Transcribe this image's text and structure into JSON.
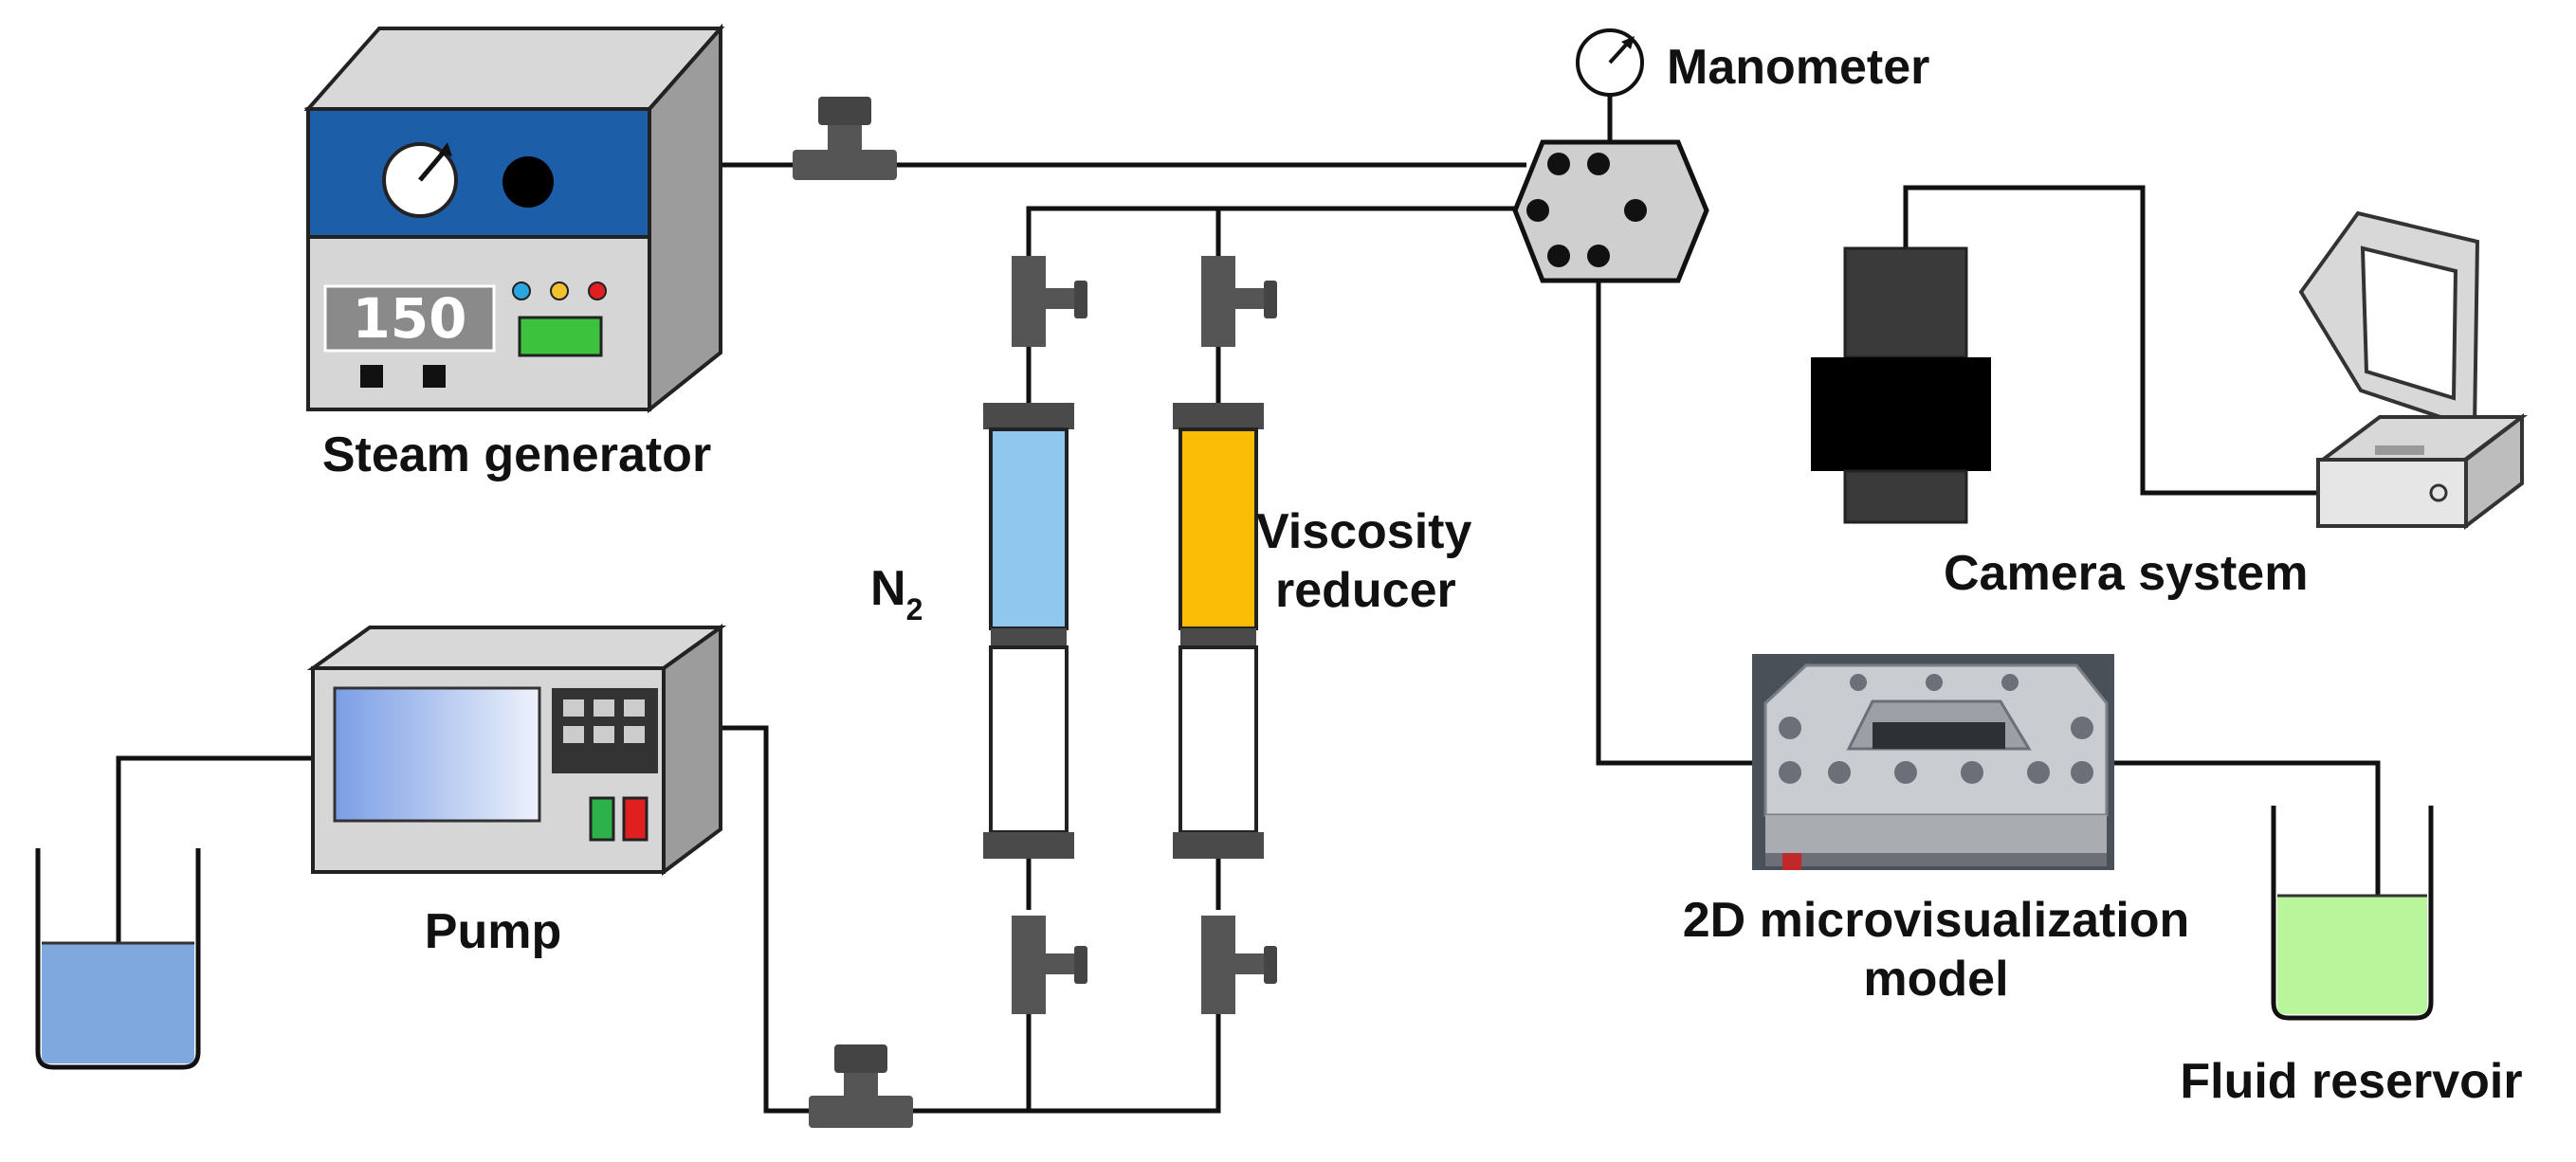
{
  "labels": {
    "steam_generator": "Steam generator",
    "manometer": "Manometer",
    "camera_system": "Camera system",
    "pump": "Pump",
    "n2_main": "N",
    "n2_sub": "2",
    "viscosity_line1": "Viscosity",
    "viscosity_line2": "reducer",
    "model_line1": "2D microvisualization",
    "model_line2": "model",
    "fluid_reservoir": "Fluid reservoir"
  },
  "steam_generator": {
    "display_value": "150",
    "indicator_colors": [
      "#2aa7e0",
      "#f2c12e",
      "#e02020"
    ],
    "panel_color": "#1c5fa8",
    "screen_color": "#3cc23c"
  },
  "cylinders": {
    "n2_fill_color": "#8fc7ee",
    "viscosity_reducer_fill_color": "#fbbc05"
  },
  "pump": {
    "screen_color": "#a9c4f0",
    "button_colors": [
      "#2db14a",
      "#e02020"
    ]
  },
  "reservoirs": {
    "left_fill_color": "#7fa8de",
    "right_fill_color": "#b9f59a"
  }
}
